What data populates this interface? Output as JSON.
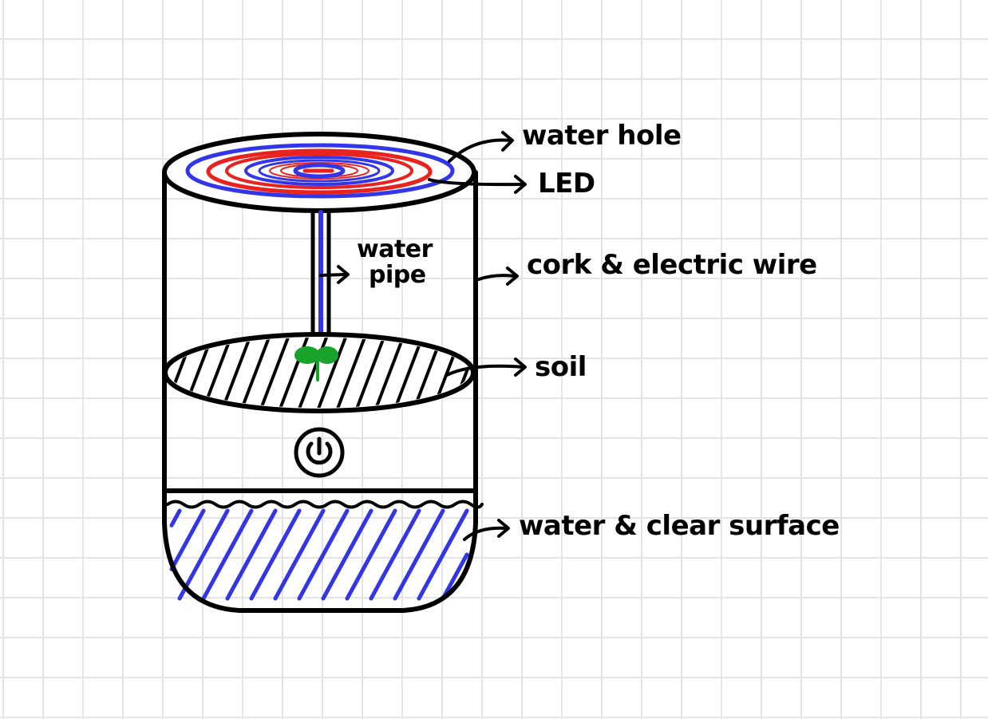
{
  "labels": {
    "water_hole": "water hole",
    "led": "LED",
    "water_pipe_line1": "water",
    "water_pipe_line2": "pipe",
    "cork_wire": "cork & electric wire",
    "soil": "soil",
    "water_surface": "water & clear surface"
  },
  "colors": {
    "outline": "#000000",
    "blue": "#3236e8",
    "red": "#e8231f",
    "green": "#1aa32a",
    "grid": "#e4e4e4"
  }
}
